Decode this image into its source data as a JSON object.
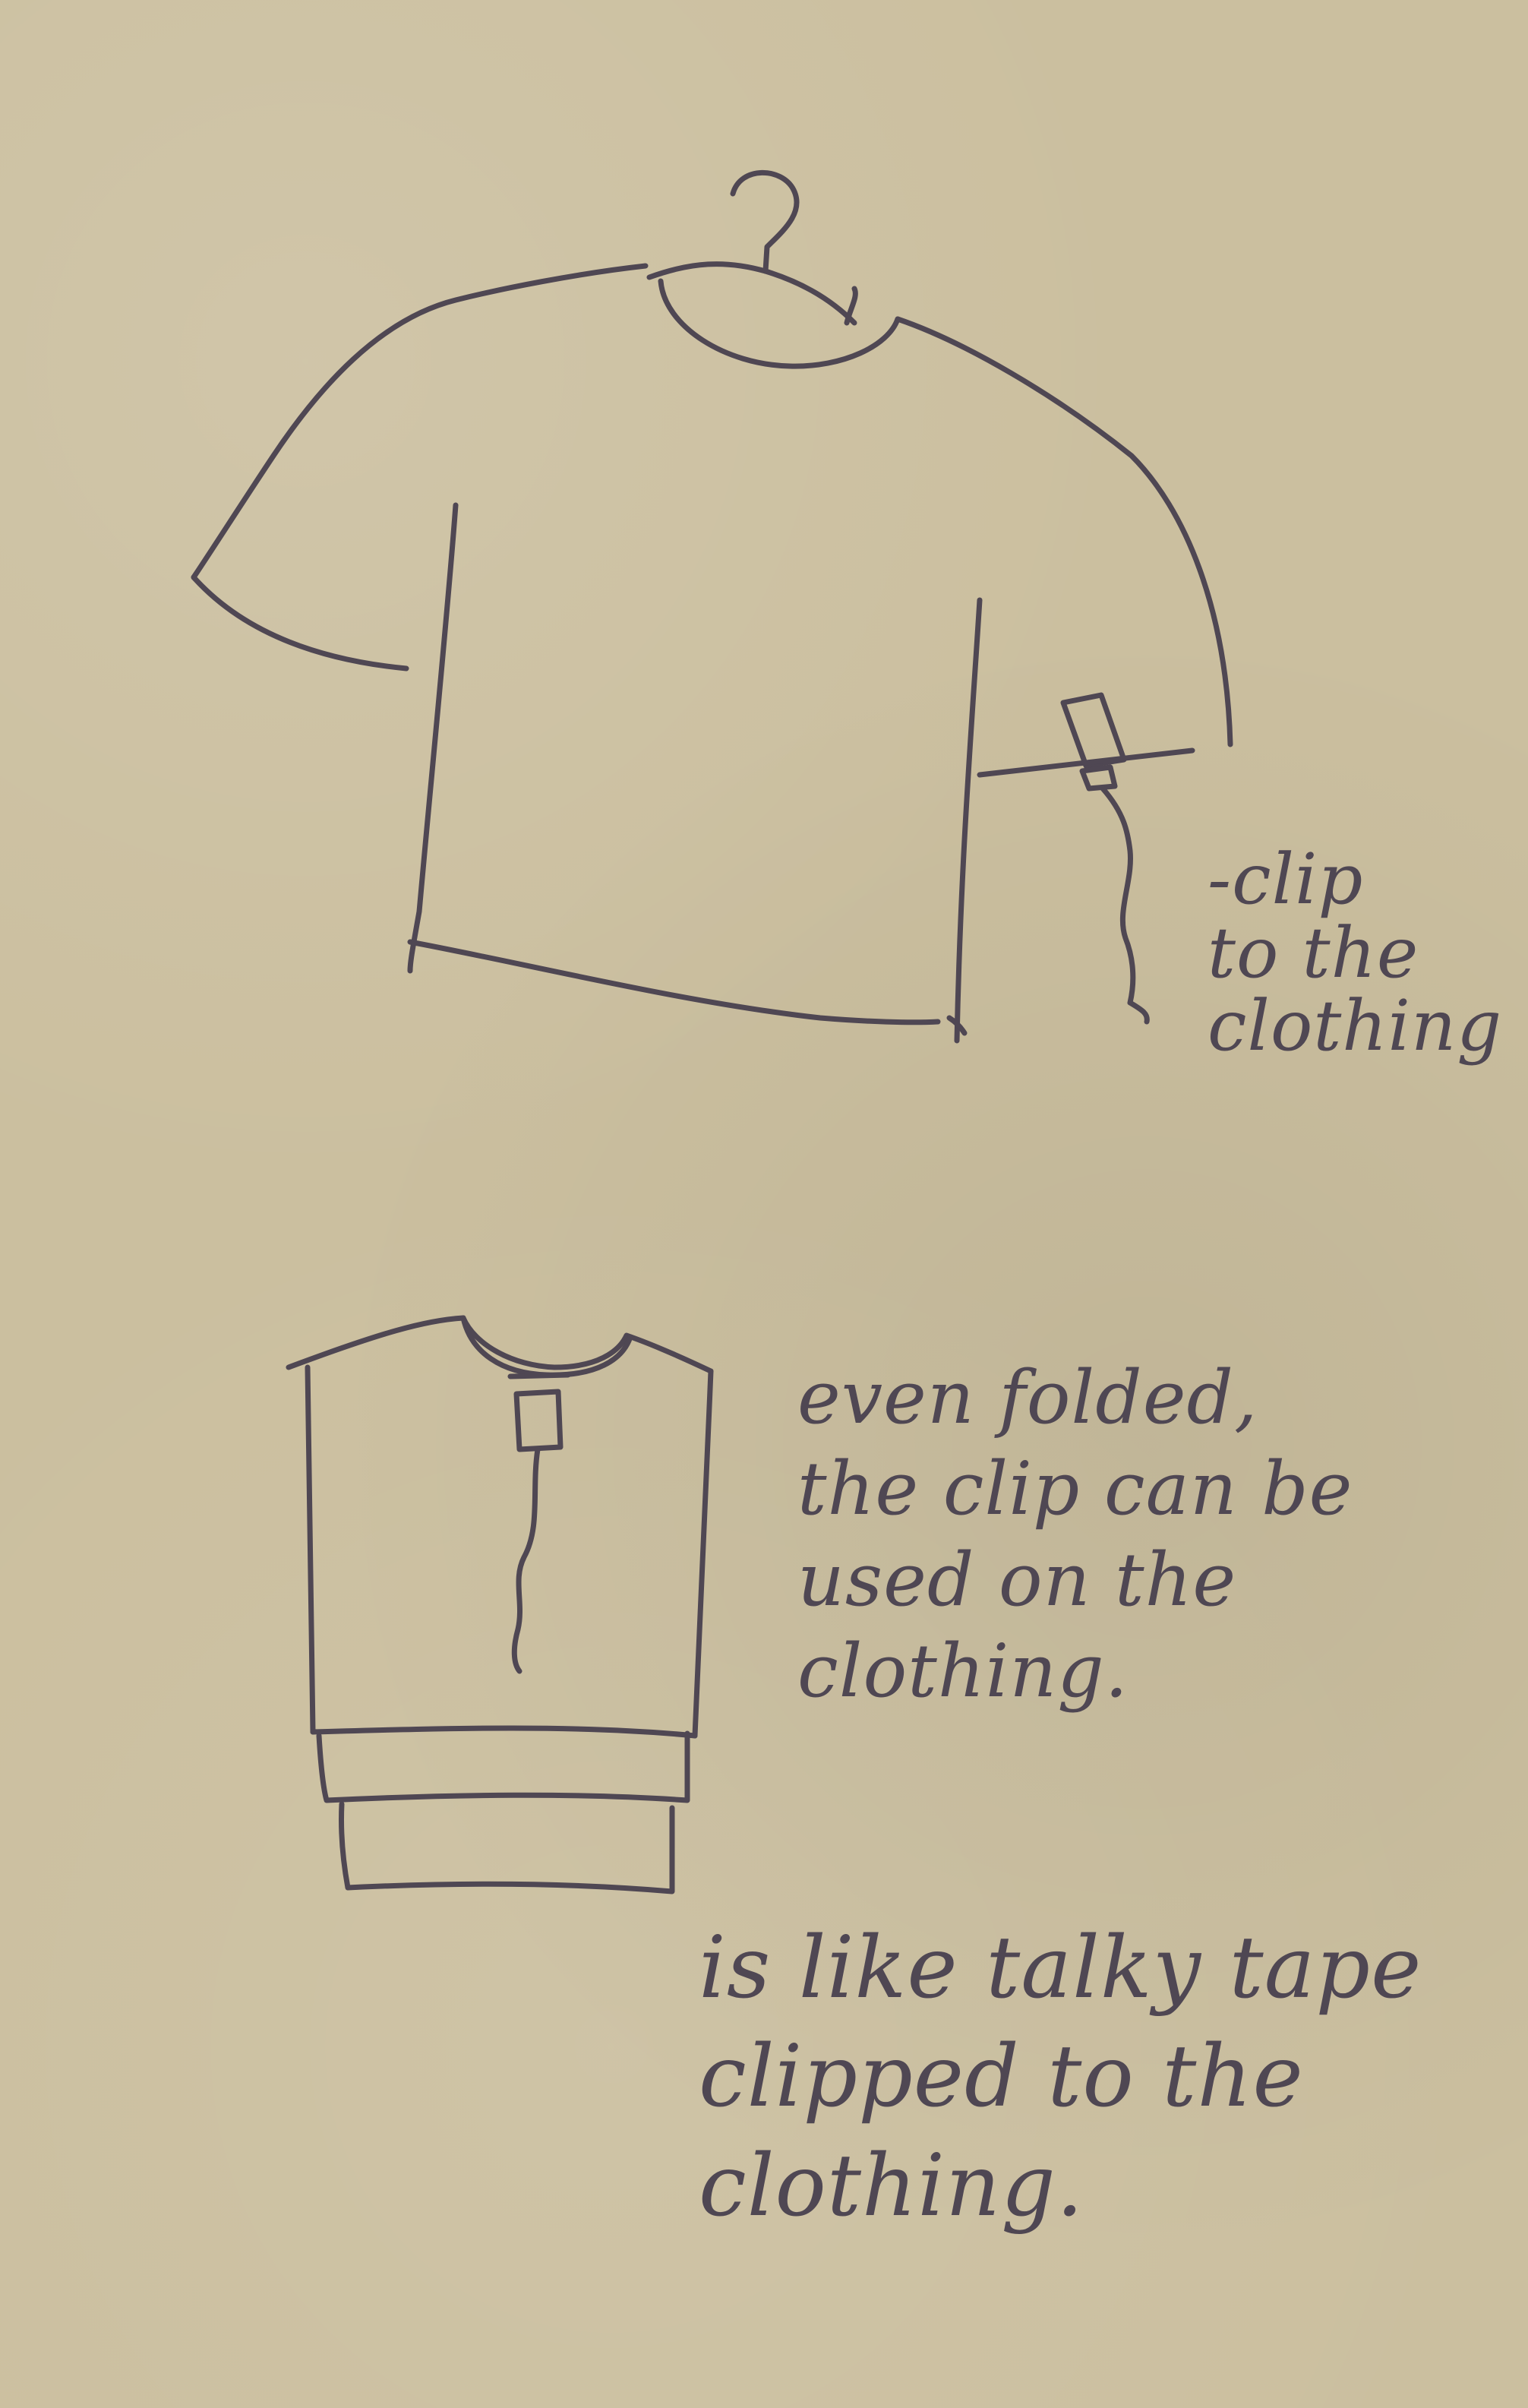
{
  "page": {
    "background_color": "#cbbf9f",
    "ink_color": "#4f4753"
  },
  "sketches": {
    "hanging_shirt": {
      "icon": "hanging-tshirt-icon",
      "clip_icon": "clip-icon",
      "tape_icon": "tape-strip-icon"
    },
    "folded_shirts": {
      "icon": "folded-tshirt-stack-icon",
      "clip_icon": "clip-icon",
      "tape_icon": "tape-strip-icon"
    }
  },
  "notes": {
    "clip_note": "-clip\nto the\nclothing",
    "folded_note": "even folded,\nthe clip can be\nused on the clothing.",
    "talky_tape_note": "is like talky tape\nclipped to the\nclothing."
  }
}
